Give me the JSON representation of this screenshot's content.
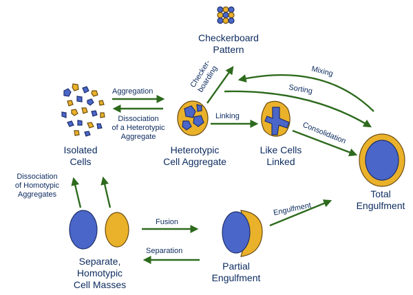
{
  "nodes": {
    "checkerboard": {
      "line1": "Checkerboard",
      "line2": "Pattern"
    },
    "isolated": {
      "line1": "Isolated",
      "line2": "Cells"
    },
    "heterotypic": {
      "line1": "Heterotypic",
      "line2": "Cell Aggregate"
    },
    "like_cells": {
      "line1": "Like Cells",
      "line2": "Linked"
    },
    "total": {
      "line1": "Total",
      "line2": "Engulfment"
    },
    "separate": {
      "line1": "Separate,",
      "line2": "Homotypic",
      "line3": "Cell Masses"
    },
    "partial": {
      "line1": "Partial",
      "line2": "Engulfment"
    }
  },
  "edges": {
    "aggregation": "Aggregation",
    "dissociation_het_1": "Dissociation",
    "dissociation_het_2": "of a Heterotypic",
    "dissociation_het_3": "Aggregate",
    "checkerboarding_1": "Checker-",
    "checkerboarding_2": "boarding",
    "linking": "Linking",
    "mixing": "Mixing",
    "sorting": "Sorting",
    "consolidation": "Consolidation",
    "dissociation_hom_1": "Dissociation",
    "dissociation_hom_2": "of Homotypic",
    "dissociation_hom_3": "Aggregates",
    "fusion": "Fusion",
    "separation": "Separation",
    "engulfment": "Engulfment"
  },
  "colors": {
    "cell_blue": "#4a66c8",
    "cell_gold": "#eab12a",
    "arrow": "#2d6a1d",
    "text": "#0b2a5e"
  }
}
